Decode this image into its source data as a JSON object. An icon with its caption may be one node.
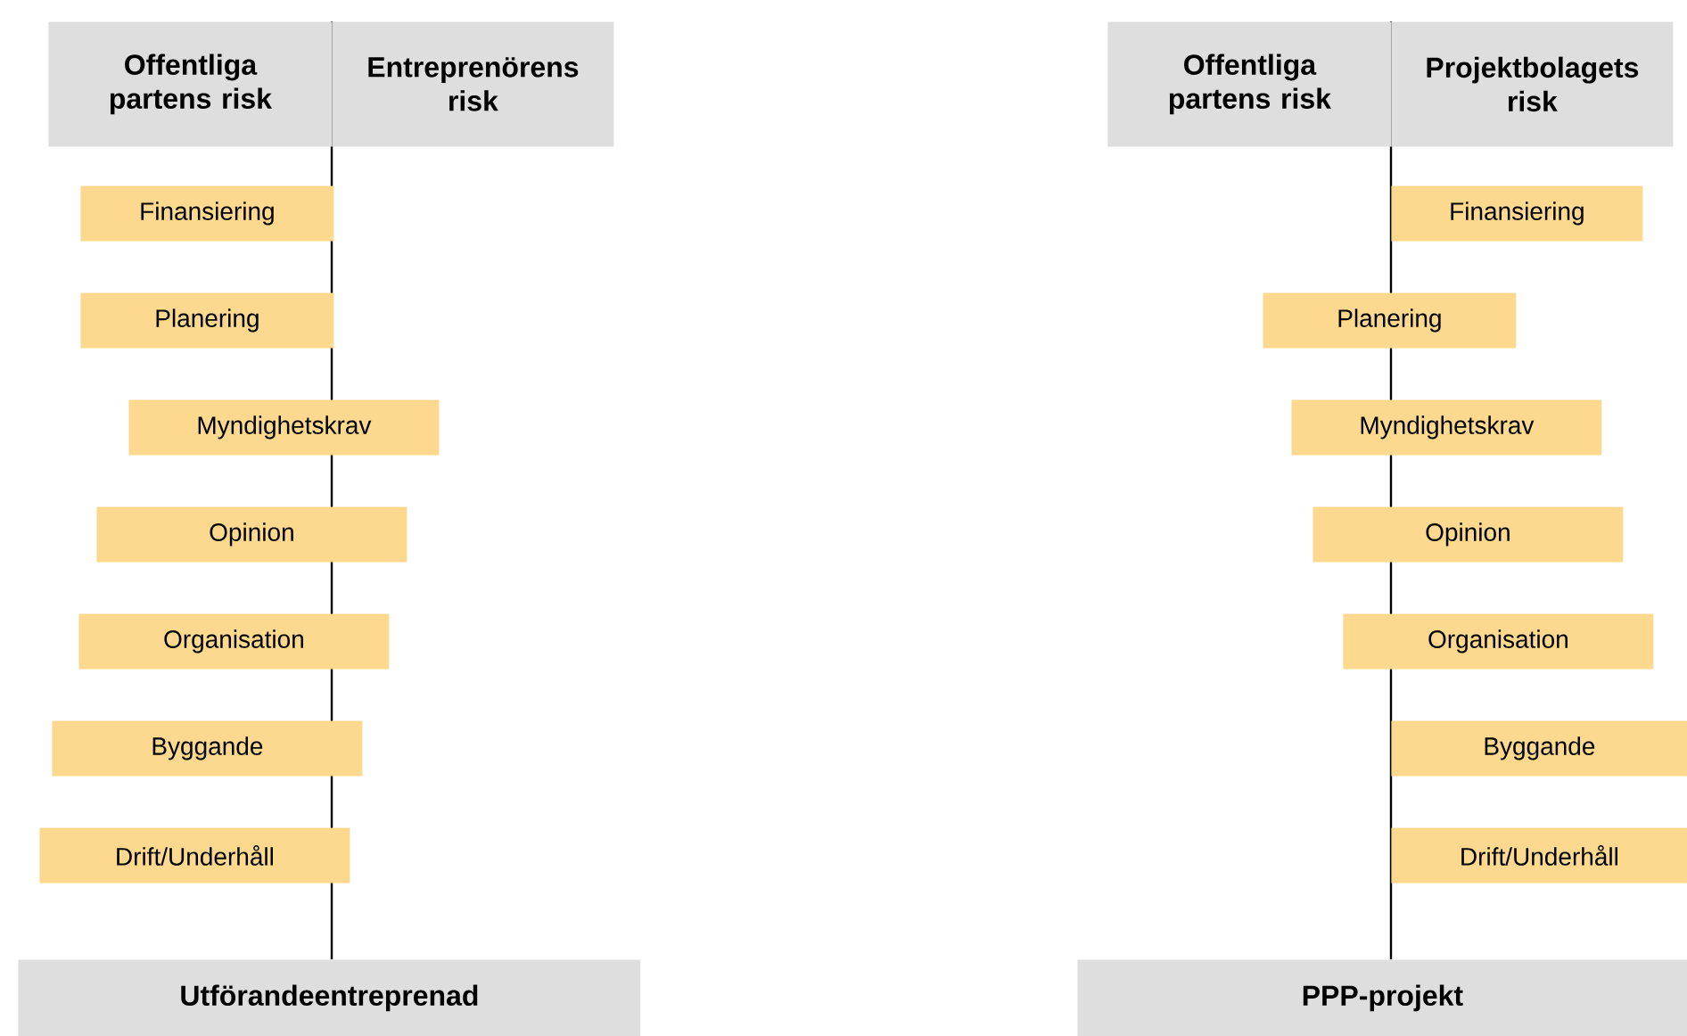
{
  "diagram": {
    "nodes": [
      {
        "text": [
          "Offentliga partens risk"
        ]
      },
      {
        "text": [
          "Entreprenörens risk"
        ]
      },
      {
        "text": [
          "Finansiering"
        ]
      },
      {
        "text": [
          "Planering"
        ]
      },
      {
        "text": [
          "Myndighetskrav"
        ]
      },
      {
        "text": [
          "Opinion"
        ]
      },
      {
        "text": [
          "Organisation"
        ]
      },
      {
        "text": [
          "Byggande"
        ]
      },
      {
        "text": [
          "Drift/Underhåll"
        ]
      },
      {
        "text": [
          "Utförandeentreprenad"
        ]
      },
      {
        "text": [
          "Offentliga partens risk"
        ]
      },
      {
        "text": [
          "Projektbolagets risk"
        ]
      },
      {
        "text": [
          "Finansiering"
        ]
      },
      {
        "text": [
          "Planering"
        ]
      },
      {
        "text": [
          "Myndighetskrav"
        ]
      },
      {
        "text": [
          "Opinion"
        ]
      },
      {
        "text": [
          "Organisation"
        ]
      },
      {
        "text": [
          "Byggande"
        ]
      },
      {
        "text": [
          "Drift/Underhåll"
        ]
      },
      {
        "text": [
          "PPP-projekt"
        ]
      }
    ]
  }
}
